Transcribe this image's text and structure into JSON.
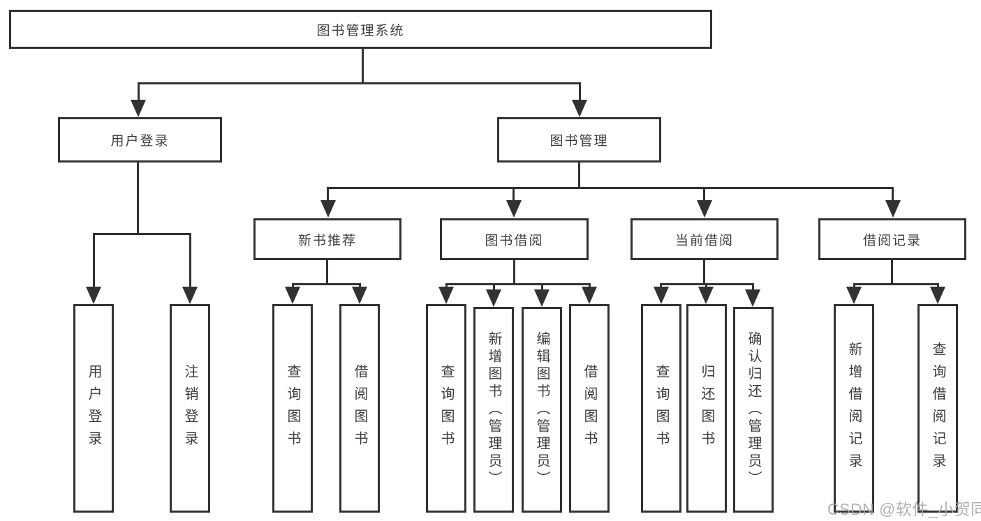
{
  "diagram": {
    "colors": {
      "line": "#323232",
      "text": "#3d3d3d",
      "background": "#ffffff",
      "watermark": "#a8a8aa"
    },
    "root": {
      "label": "图书管理系统"
    },
    "level2": [
      {
        "label": "用户登录"
      },
      {
        "label": "图书管理"
      }
    ],
    "level3": [
      {
        "label": "新书推荐"
      },
      {
        "label": "图书借阅"
      },
      {
        "label": "当前借阅"
      },
      {
        "label": "借阅记录"
      }
    ],
    "leaves": {
      "user_login": [
        "用户登录",
        "注销登录"
      ],
      "new_book_recommend": [
        "查询图书",
        "借阅图书"
      ],
      "book_borrow": [
        "查询图书",
        "新增图书（管理员）",
        "编辑图书（管理员）",
        "借阅图书"
      ],
      "current_borrow": [
        "查询图书",
        "归还图书",
        "确认归还（管理员）"
      ],
      "borrow_record": [
        "新增借阅记录",
        "查询借阅记录"
      ]
    },
    "watermark": {
      "text": "CSDN @软件_小贺同学"
    }
  }
}
